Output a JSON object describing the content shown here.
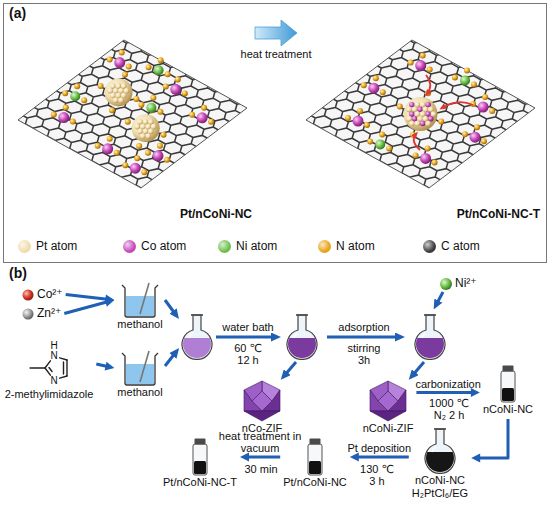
{
  "diagram": {
    "nodes": [
      {
        "text": [
          "Pt/nCoNi-NC"
        ]
      },
      {
        "text": [
          "Pt/nCoNi-NC-T"
        ]
      },
      {
        "text": [
          "Co²⁺"
        ]
      },
      {
        "text": [
          "Zn²⁺"
        ]
      },
      {
        "text": [
          "2-methylimidazole"
        ]
      },
      {
        "text": [
          "methanol"
        ]
      },
      {
        "text": [
          "methanol"
        ]
      },
      {
        "text": [
          "nCo-ZIF"
        ]
      },
      {
        "text": [
          "nCoNi-ZIF"
        ]
      },
      {
        "text": [
          "nCoNi-NC"
        ]
      },
      {
        "text": [
          "nCoNi-NC",
          "H₂PtCl₆/EG"
        ]
      },
      {
        "text": [
          "Pt/nCoNi-NC"
        ]
      },
      {
        "text": [
          "Pt/nCoNi-NC-T"
        ]
      }
    ],
    "edges": [
      {
        "from": 0,
        "to": 1,
        "arrow": "to",
        "label": "heat treatment"
      },
      {
        "from": 2,
        "to": 5,
        "arrow": "to"
      },
      {
        "from": 3,
        "to": 5,
        "arrow": "to"
      },
      {
        "from": 4,
        "to": 6,
        "arrow": "to"
      },
      {
        "from": 8,
        "to": 9,
        "arrow": "to",
        "label": "carbonization"
      },
      {
        "from": 9,
        "to": 10,
        "arrow": "to"
      },
      {
        "from": 10,
        "to": 11,
        "arrow": "to",
        "label": "Pt deposition"
      },
      {
        "from": 11,
        "to": 12,
        "arrow": "to",
        "label": "heat treatment in vacuum"
      }
    ],
    "labels": [
      "(a)",
      "(b)",
      "water bath",
      "60 ℃",
      "12 h",
      "adsorption",
      "stirring",
      "3h",
      "Ni²⁺",
      "1000 ℃",
      "N₂ 2 h",
      "130 ℃",
      "3 h",
      "30 min",
      "H",
      "N",
      "N"
    ],
    "legend": [
      {
        "text": "Pt atom",
        "color": "#efdcaa"
      },
      {
        "text": "Co atom",
        "color": "#c548b8"
      },
      {
        "text": "Ni atom",
        "color": "#6cc04a"
      },
      {
        "text": "N atom",
        "color": "#e8a317"
      },
      {
        "text": "C atom",
        "color": "#3a3a3a"
      }
    ]
  }
}
